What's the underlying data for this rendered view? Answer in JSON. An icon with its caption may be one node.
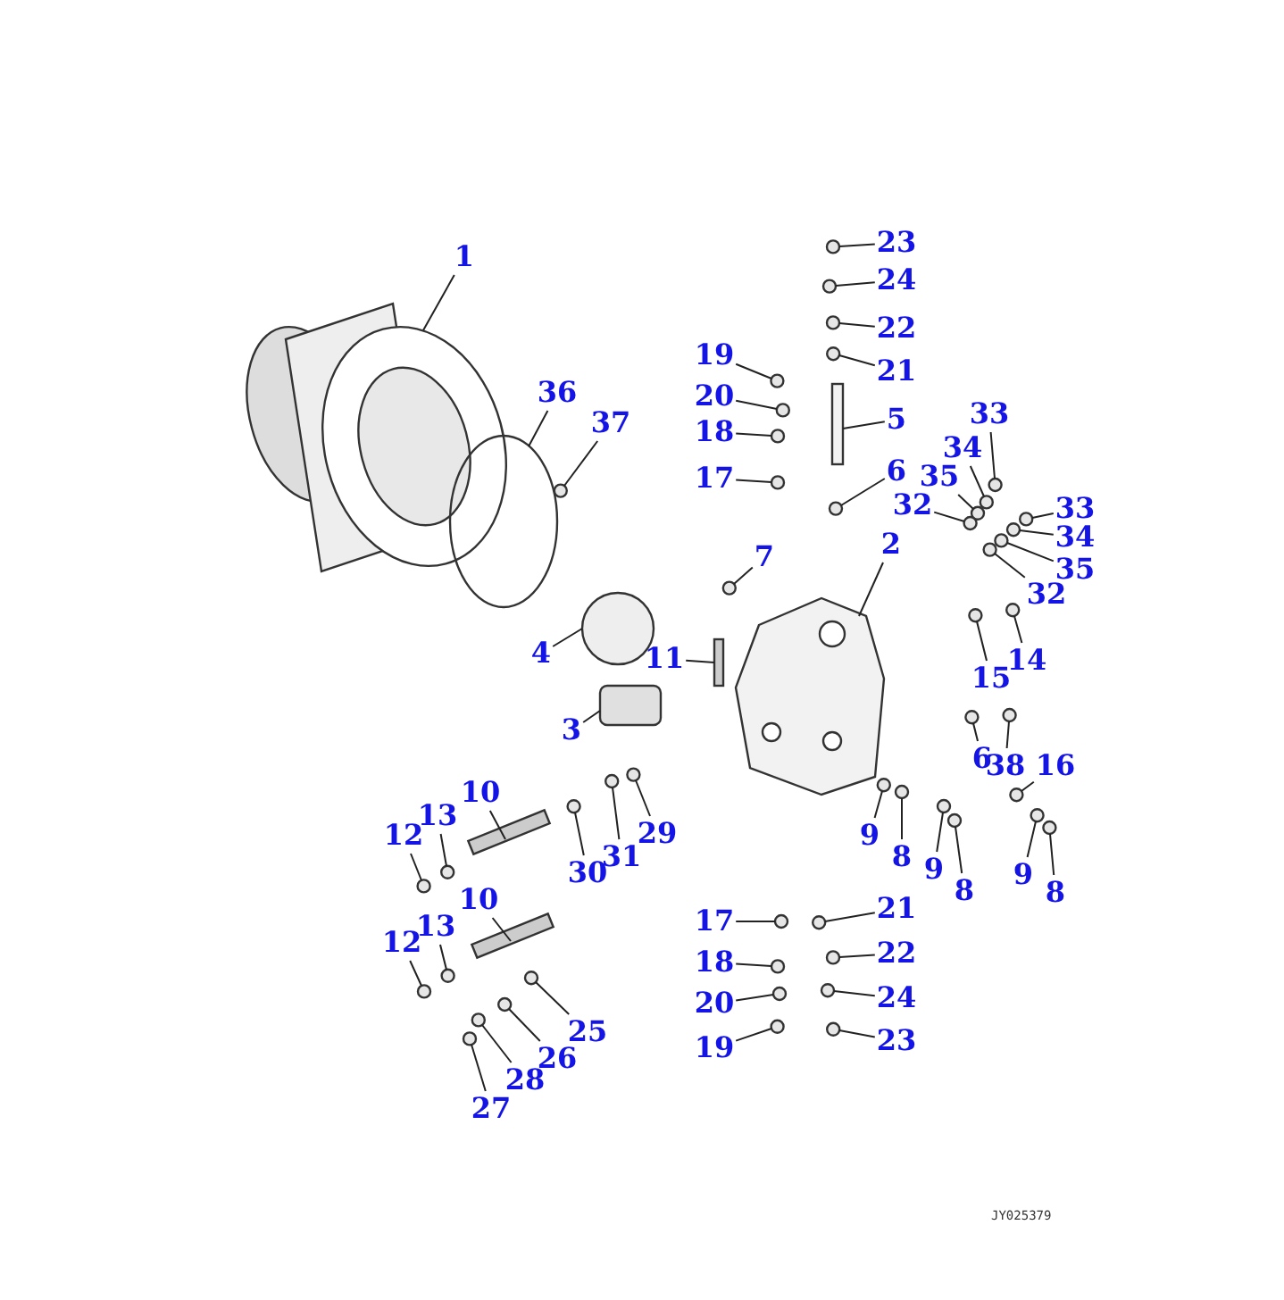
{
  "diagram": {
    "nodes": [
      {
        "text": [
          "1"
        ]
      },
      {
        "text": [
          "36"
        ]
      },
      {
        "text": [
          "37"
        ]
      },
      {
        "text": [
          "23"
        ]
      },
      {
        "text": [
          "24"
        ]
      },
      {
        "text": [
          "22"
        ]
      },
      {
        "text": [
          "21"
        ]
      },
      {
        "text": [
          "19"
        ]
      },
      {
        "text": [
          "20"
        ]
      },
      {
        "text": [
          "5"
        ]
      },
      {
        "text": [
          "18"
        ]
      },
      {
        "text": [
          "6"
        ]
      },
      {
        "text": [
          "17"
        ]
      },
      {
        "text": [
          "33"
        ]
      },
      {
        "text": [
          "34"
        ]
      },
      {
        "text": [
          "35"
        ]
      },
      {
        "text": [
          "32"
        ]
      },
      {
        "text": [
          "33"
        ]
      },
      {
        "text": [
          "34"
        ]
      },
      {
        "text": [
          "35"
        ]
      },
      {
        "text": [
          "2"
        ]
      },
      {
        "text": [
          "32"
        ]
      },
      {
        "text": [
          "7"
        ]
      },
      {
        "text": [
          "14"
        ]
      },
      {
        "text": [
          "4"
        ]
      },
      {
        "text": [
          "11"
        ]
      },
      {
        "text": [
          "15"
        ]
      },
      {
        "text": [
          "3"
        ]
      },
      {
        "text": [
          "6"
        ]
      },
      {
        "text": [
          "38"
        ]
      },
      {
        "text": [
          "16"
        ]
      },
      {
        "text": [
          "10"
        ]
      },
      {
        "text": [
          "13"
        ]
      },
      {
        "text": [
          "12"
        ]
      },
      {
        "text": [
          "9"
        ]
      },
      {
        "text": [
          "8"
        ]
      },
      {
        "text": [
          "29"
        ]
      },
      {
        "text": [
          "30"
        ]
      },
      {
        "text": [
          "31"
        ]
      },
      {
        "text": [
          "9"
        ]
      },
      {
        "text": [
          "8"
        ]
      },
      {
        "text": [
          "9"
        ]
      },
      {
        "text": [
          "8"
        ]
      },
      {
        "text": [
          "10"
        ]
      },
      {
        "text": [
          "13"
        ]
      },
      {
        "text": [
          "12"
        ]
      },
      {
        "text": [
          "21"
        ]
      },
      {
        "text": [
          "17"
        ]
      },
      {
        "text": [
          "22"
        ]
      },
      {
        "text": [
          "18"
        ]
      },
      {
        "text": [
          "20"
        ]
      },
      {
        "text": [
          "24"
        ]
      },
      {
        "text": [
          "19"
        ]
      },
      {
        "text": [
          "23"
        ]
      },
      {
        "text": [
          "25"
        ]
      },
      {
        "text": [
          "28"
        ]
      },
      {
        "text": [
          "26"
        ]
      },
      {
        "text": [
          "27"
        ]
      },
      {
        "text": [],
        "shape": "picture"
      },
      {
        "text": [],
        "shape": "circle"
      },
      {
        "text": [],
        "shape": "circle"
      },
      {
        "text": [],
        "shape": "circle"
      },
      {
        "text": [],
        "shape": "circle"
      },
      {
        "text": [],
        "shape": "circle"
      },
      {
        "text": [],
        "shape": "circle"
      },
      {
        "text": [],
        "shape": "circle"
      },
      {
        "text": [],
        "shape": "circle"
      },
      {
        "text": [],
        "shape": "box"
      },
      {
        "text": [],
        "shape": "circle"
      },
      {
        "text": [],
        "shape": "circle"
      },
      {
        "text": [],
        "shape": "circle"
      },
      {
        "text": [],
        "shape": "circle"
      },
      {
        "text": [],
        "shape": "circle"
      },
      {
        "text": [],
        "shape": "circle"
      },
      {
        "text": [],
        "shape": "circle"
      },
      {
        "text": [],
        "shape": "circle"
      },
      {
        "text": [],
        "shape": "circle"
      },
      {
        "text": [],
        "shape": "circle"
      },
      {
        "text": [],
        "shape": "picture"
      },
      {
        "text": [],
        "shape": "circle"
      },
      {
        "text": [],
        "shape": "circle"
      },
      {
        "text": [],
        "shape": "circle"
      },
      {
        "text": [],
        "shape": "circle"
      },
      {
        "text": [],
        "shape": "box"
      },
      {
        "text": [],
        "shape": "circle"
      },
      {
        "text": [],
        "shape": "box"
      },
      {
        "text": [],
        "shape": "circle"
      },
      {
        "text": [],
        "shape": "circle"
      },
      {
        "text": [],
        "shape": "circle"
      },
      {
        "text": [],
        "shape": "box"
      },
      {
        "text": [],
        "shape": "circle"
      },
      {
        "text": [],
        "shape": "circle"
      },
      {
        "text": [],
        "shape": "circle"
      },
      {
        "text": [],
        "shape": "circle"
      },
      {
        "text": [],
        "shape": "circle"
      },
      {
        "text": [],
        "shape": "circle"
      },
      {
        "text": [],
        "shape": "circle"
      },
      {
        "text": [],
        "shape": "circle"
      },
      {
        "text": [],
        "shape": "circle"
      },
      {
        "text": [],
        "shape": "circle"
      },
      {
        "text": [],
        "shape": "circle"
      },
      {
        "text": [],
        "shape": "box"
      },
      {
        "text": [],
        "shape": "circle"
      },
      {
        "text": [],
        "shape": "circle"
      },
      {
        "text": [],
        "shape": "circle"
      },
      {
        "text": [],
        "shape": "circle"
      },
      {
        "text": [],
        "shape": "circle"
      },
      {
        "text": [],
        "shape": "circle"
      },
      {
        "text": [],
        "shape": "circle"
      },
      {
        "text": [],
        "shape": "circle"
      },
      {
        "text": [],
        "shape": "circle"
      },
      {
        "text": [],
        "shape": "circle"
      },
      {
        "text": [],
        "shape": "circle"
      },
      {
        "text": [],
        "shape": "circle"
      },
      {
        "text": [],
        "shape": "circle"
      },
      {
        "text": [],
        "shape": "circle"
      }
    ],
    "edges": [
      {
        "from": 0,
        "to": 58,
        "arrow": "none"
      },
      {
        "from": 1,
        "to": 59,
        "arrow": "none"
      },
      {
        "from": 2,
        "to": 60,
        "arrow": "none"
      },
      {
        "from": 3,
        "to": 61,
        "arrow": "none"
      },
      {
        "from": 4,
        "to": 62,
        "arrow": "none"
      },
      {
        "from": 5,
        "to": 63,
        "arrow": "none"
      },
      {
        "from": 6,
        "to": 64,
        "arrow": "none"
      },
      {
        "from": 7,
        "to": 65,
        "arrow": "none"
      },
      {
        "from": 8,
        "to": 66,
        "arrow": "none"
      },
      {
        "from": 9,
        "to": 67,
        "arrow": "none"
      },
      {
        "from": 10,
        "to": 68,
        "arrow": "none"
      },
      {
        "from": 11,
        "to": 69,
        "arrow": "none"
      },
      {
        "from": 12,
        "to": 70,
        "arrow": "none"
      },
      {
        "from": 13,
        "to": 71,
        "arrow": "none"
      },
      {
        "from": 14,
        "to": 72,
        "arrow": "none"
      },
      {
        "from": 15,
        "to": 73,
        "arrow": "none"
      },
      {
        "from": 16,
        "to": 74,
        "arrow": "none"
      },
      {
        "from": 17,
        "to": 75,
        "arrow": "none"
      },
      {
        "from": 18,
        "to": 76,
        "arrow": "none"
      },
      {
        "from": 19,
        "to": 77,
        "arrow": "none"
      },
      {
        "from": 20,
        "to": 78,
        "arrow": "none"
      },
      {
        "from": 21,
        "to": 79,
        "arrow": "none"
      },
      {
        "from": 22,
        "to": 80,
        "arrow": "none"
      },
      {
        "from": 23,
        "to": 81,
        "arrow": "none"
      },
      {
        "from": 24,
        "to": 82,
        "arrow": "none"
      },
      {
        "from": 25,
        "to": 83,
        "arrow": "none"
      },
      {
        "from": 26,
        "to": 84,
        "arrow": "none"
      },
      {
        "from": 27,
        "to": 85,
        "arrow": "none"
      },
      {
        "from": 28,
        "to": 86,
        "arrow": "none"
      },
      {
        "from": 29,
        "to": 87,
        "arrow": "none"
      },
      {
        "from": 30,
        "to": 88,
        "arrow": "none"
      },
      {
        "from": 31,
        "to": 89,
        "arrow": "none"
      },
      {
        "from": 32,
        "to": 90,
        "arrow": "none"
      },
      {
        "from": 33,
        "to": 91,
        "arrow": "none"
      },
      {
        "from": 34,
        "to": 92,
        "arrow": "none"
      },
      {
        "from": 35,
        "to": 93,
        "arrow": "none"
      },
      {
        "from": 36,
        "to": 94,
        "arrow": "none"
      },
      {
        "from": 37,
        "to": 95,
        "arrow": "none"
      },
      {
        "from": 38,
        "to": 96,
        "arrow": "none"
      },
      {
        "from": 39,
        "to": 97,
        "arrow": "none"
      },
      {
        "from": 40,
        "to": 98,
        "arrow": "none"
      },
      {
        "from": 41,
        "to": 99,
        "arrow": "none"
      },
      {
        "from": 42,
        "to": 100,
        "arrow": "none"
      },
      {
        "from": 43,
        "to": 101,
        "arrow": "none"
      },
      {
        "from": 44,
        "to": 102,
        "arrow": "none"
      },
      {
        "from": 45,
        "to": 103,
        "arrow": "none"
      },
      {
        "from": 46,
        "to": 104,
        "arrow": "none"
      },
      {
        "from": 47,
        "to": 105,
        "arrow": "none"
      },
      {
        "from": 48,
        "to": 106,
        "arrow": "none"
      },
      {
        "from": 49,
        "to": 107,
        "arrow": "none"
      },
      {
        "from": 50,
        "to": 108,
        "arrow": "none"
      },
      {
        "from": 51,
        "to": 109,
        "arrow": "none"
      },
      {
        "from": 52,
        "to": 110,
        "arrow": "none"
      },
      {
        "from": 53,
        "to": 111,
        "arrow": "none"
      },
      {
        "from": 54,
        "to": 112,
        "arrow": "none"
      },
      {
        "from": 55,
        "to": 113,
        "arrow": "none"
      },
      {
        "from": 56,
        "to": 114,
        "arrow": "none"
      },
      {
        "from": 57,
        "to": 115,
        "arrow": "none"
      }
    ],
    "labels": [
      "JY025379"
    ]
  }
}
